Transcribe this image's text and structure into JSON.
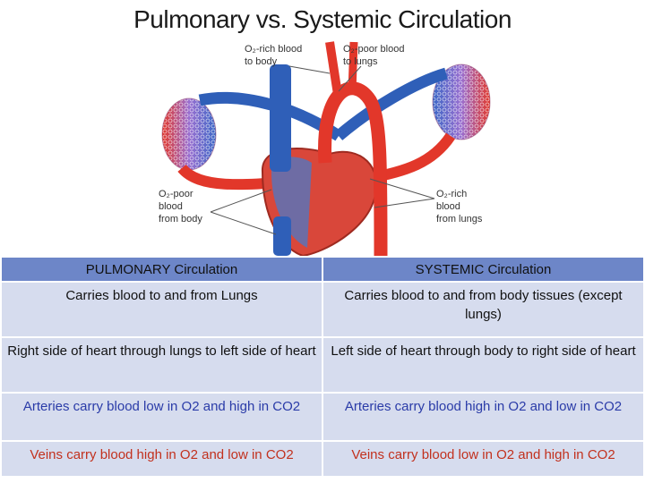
{
  "title": "Pulmonary vs. Systemic Circulation",
  "diagram": {
    "label_top_left": [
      "O₂-rich blood",
      "to body"
    ],
    "label_top_right": [
      "O₂-poor blood",
      "to lungs"
    ],
    "label_bottom_left": [
      "O₂-poor",
      "blood",
      "from body"
    ],
    "label_bottom_right": [
      "O₂-rich",
      "blood",
      "from lungs"
    ],
    "colors": {
      "oxygen_rich": "#e2372a",
      "oxygen_poor": "#2f5fb8"
    }
  },
  "table": {
    "headers": [
      "PULMONARY Circulation",
      "SYSTEMIC Circulation"
    ],
    "rows": [
      [
        "Carries blood to and from Lungs",
        "Carries blood to and from body tissues (except lungs)"
      ],
      [
        "Right side of heart through lungs to left side of heart",
        "Left side of heart through body to right side of heart"
      ],
      [
        "Arteries carry blood low in O2 and high in CO2",
        "Arteries carry blood high in O2 and low in CO2"
      ],
      [
        "Veins carry blood high in O2 and low in CO2",
        "Veins carry blood low in O2 and high in CO2"
      ]
    ],
    "colors": {
      "header_bg": "#6d86c8",
      "cell_bg": "#d6dcee",
      "blue_text": "#2a3ba8",
      "red_text": "#c2311e"
    }
  }
}
